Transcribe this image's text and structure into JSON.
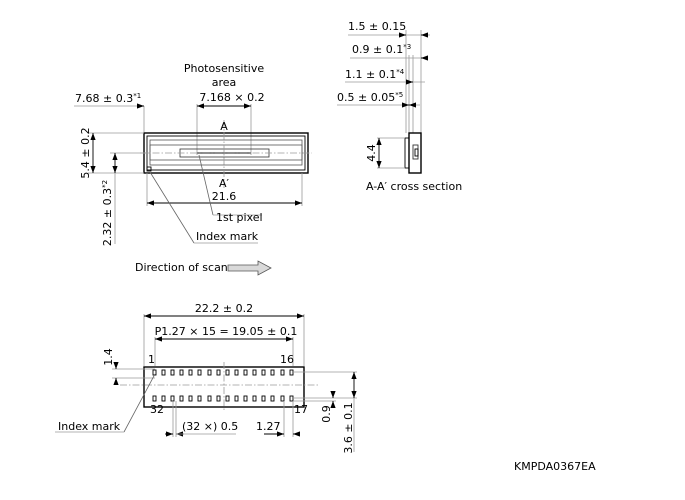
{
  "drawing": {
    "code": "KMPDA0367EA",
    "units_implied": "mm"
  },
  "top_view": {
    "photosensitive_label_line1": "Photosensitive",
    "photosensitive_label_line2": "area",
    "photosensitive_dim": "7.168 × 0.2",
    "left_offset_dim": "7.68 ± 0.3*1",
    "left_offset_value": "7.68 ± 0.3",
    "left_offset_note": "*1",
    "height_dim": "5.4 ± 0.2",
    "center_offset_value": "2.32 ± 0.3",
    "center_offset_note": "*2",
    "width_dim": "21.6",
    "section_a": "A",
    "section_a_prime": "A′",
    "first_pixel_label": "1st pixel",
    "index_mark_label": "Index mark",
    "scan_direction_label": "Direction of scan"
  },
  "cross_section": {
    "title": "A-A′ cross section",
    "dims": [
      {
        "value": "1.5 ± 0.15",
        "note": ""
      },
      {
        "value": "0.9 ± 0.1",
        "note": "*3"
      },
      {
        "value": "1.1 ± 0.1",
        "note": "*4"
      },
      {
        "value": "0.5 ± 0.05",
        "note": "*5"
      }
    ],
    "height_dim": "4.4"
  },
  "bottom_view": {
    "overall_width_dim": "22.2 ± 0.2",
    "pitch_dim": "P1.27 × 15 = 19.05 ± 0.1",
    "pin_row_offset_dim": "1.4",
    "pin_labels": {
      "top_left": "1",
      "top_right": "16",
      "bottom_left": "32",
      "bottom_right": "17"
    },
    "pin_width_dim": "(32 ×) 0.5",
    "pitch_single_dim": "1.27",
    "pin_length_dim": "0.9",
    "row_spacing_dim": "3.6 ± 0.1",
    "index_mark_label": "Index mark",
    "pins_per_row": 16
  },
  "colors": {
    "line": "#000000",
    "guide": "#9a9a9a",
    "arrow_fill": "#d9d9d9"
  }
}
